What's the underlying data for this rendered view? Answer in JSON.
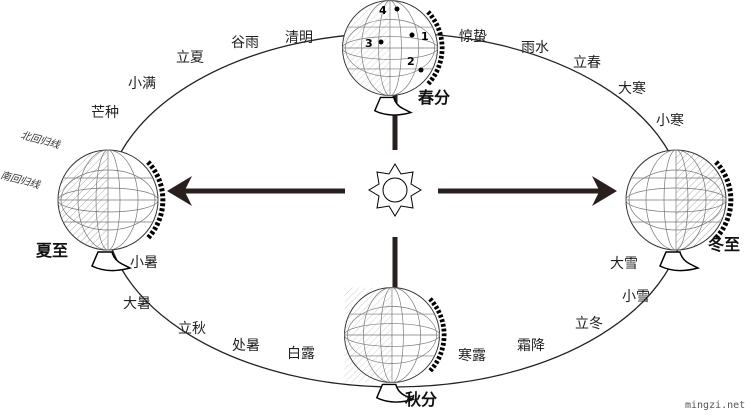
{
  "major_terms": {
    "spring": "春分",
    "summer": "夏至",
    "autumn": "秋分",
    "winter": "冬至"
  },
  "terms": {
    "qingming": "清明",
    "guyu": "谷雨",
    "lixia": "立夏",
    "xiaoman": "小满",
    "mangzhong": "芒种",
    "xiaoshu": "小暑",
    "dashu": "大暑",
    "liqiu": "立秋",
    "chushu": "处暑",
    "bailu": "白露",
    "hanlu": "寒露",
    "shuangjiang": "霜降",
    "lidong": "立冬",
    "xiaoxue": "小雪",
    "daxue": "大雪",
    "xiaohan": "小寒",
    "dahan": "大寒",
    "lichun": "立春",
    "yushui": "雨水",
    "jingzhe": "惊蛰"
  },
  "tropics": {
    "north": "北回归线",
    "south": "南回归线"
  },
  "points": [
    "1",
    "2",
    "3",
    "4"
  ],
  "watermark": "mingzi.net",
  "icons": {
    "sun": "sun-icon",
    "globe": "globe-icon",
    "arrow": "arrow-icon"
  }
}
